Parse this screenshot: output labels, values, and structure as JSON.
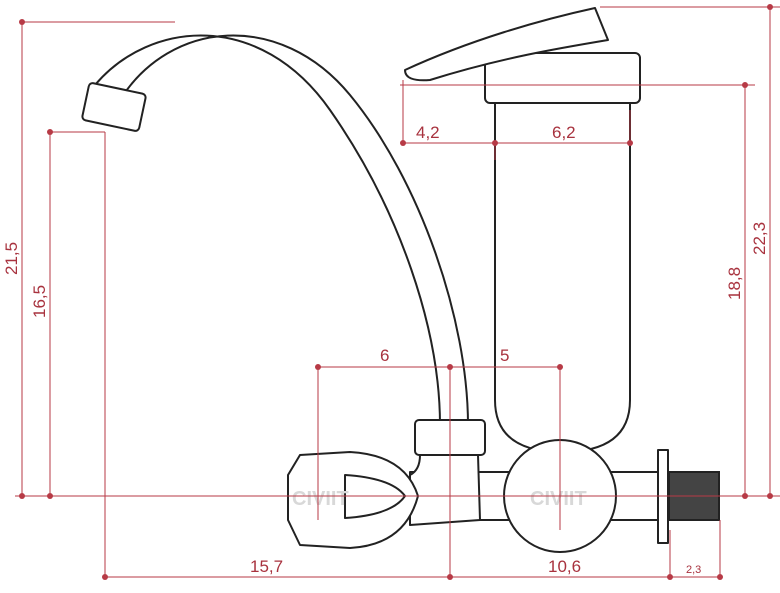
{
  "diagram": {
    "watermark": "CIVIIT",
    "dimensions": {
      "total_height": "21,5",
      "spout_height": "16,5",
      "body_total_height": "22,3",
      "body_height": "18,8",
      "lever_offset": "4,2",
      "cap_width": "6,2",
      "left_center": "6",
      "right_center": "5",
      "spout_reach": "15,7",
      "pipe_length": "10,6",
      "thread_length": "2,3"
    },
    "colors": {
      "dimension": "#b73a46",
      "outline": "#222222"
    }
  }
}
